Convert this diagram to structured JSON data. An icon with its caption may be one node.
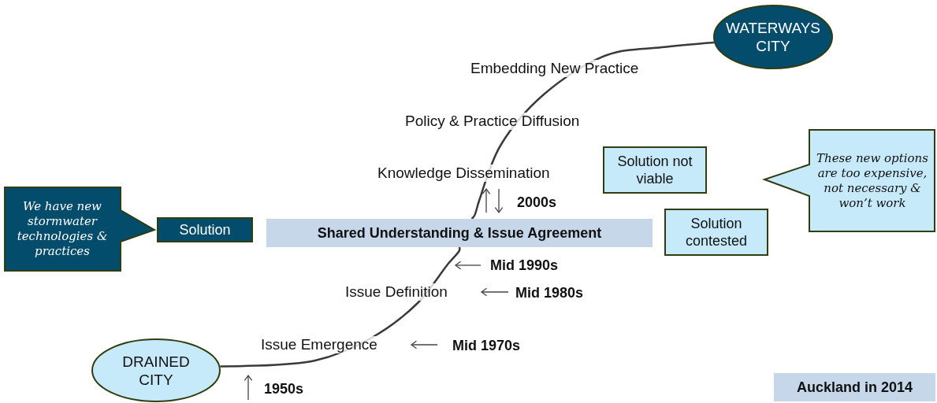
{
  "diagram": {
    "nodes": [
      {
        "text": [
          "WATERWAYS CITY"
        ]
      },
      {
        "text": [
          "DRAINED CITY"
        ]
      },
      {
        "text": [
          "Shared Understanding & Issue Agreement"
        ]
      },
      {
        "text": [
          "Solution"
        ]
      },
      {
        "text": [
          "We have new stormwater technologies & practices"
        ]
      },
      {
        "text": [
          "Solution not viable"
        ]
      },
      {
        "text": [
          "Solution contested"
        ]
      },
      {
        "text": [
          "These new options are too expensive, not necessary & won’t work"
        ]
      },
      {
        "text": [
          "Auckland in 2014"
        ]
      }
    ],
    "edges": [
      {
        "from": 1,
        "to": 2,
        "arrow": "none"
      },
      {
        "from": 2,
        "to": 0,
        "arrow": "none"
      }
    ],
    "labels": [
      "Embedding New Practice",
      "Policy & Practice Diffusion",
      "Knowledge Dissemination",
      "2000s",
      "Mid 1990s",
      "Issue Definition",
      "Mid 1980s",
      "Issue Emergence",
      "Mid 1970s",
      "1950s"
    ]
  }
}
